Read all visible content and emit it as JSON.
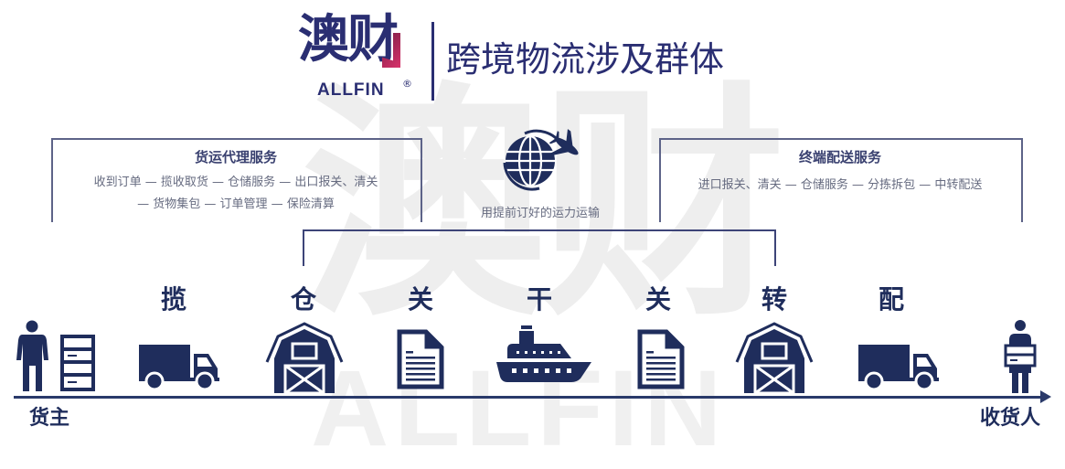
{
  "header": {
    "logo_cn": "澳财",
    "logo_en": "ALLFIN",
    "logo_reg": "®",
    "title": "跨境物流涉及群体"
  },
  "watermark": {
    "cn": "澳财",
    "en": "ALLFIN"
  },
  "left_box": {
    "title": "货运代理服务",
    "line1": "收到订单 — 揽收取货 — 仓储服务 — 出口报关、清关",
    "line2": "— 货物集包 — 订单管理 — 保险清算"
  },
  "right_box": {
    "title": "终端配送服务",
    "line1": "进口报关、清关 — 仓储服务 — 分拣拆包 — 中转配送"
  },
  "center": {
    "icon": "globe-airplane-icon",
    "caption": "用提前订好的运力运输"
  },
  "timeline": {
    "start_label": "货主",
    "end_label": "收货人",
    "steps": [
      {
        "label": "揽",
        "icon": "truck-icon"
      },
      {
        "label": "仓",
        "icon": "warehouse-icon"
      },
      {
        "label": "关",
        "icon": "document-icon"
      },
      {
        "label": "干",
        "icon": "ship-icon"
      },
      {
        "label": "关",
        "icon": "document-icon"
      },
      {
        "label": "转",
        "icon": "warehouse-icon"
      },
      {
        "label": "配",
        "icon": "truck-icon"
      }
    ]
  },
  "colors": {
    "primary": "#1f2d5c",
    "logo": "#2a2e72",
    "accent": "#d8336b",
    "muted_text": "#666b80",
    "bracket": "#5d6388"
  }
}
